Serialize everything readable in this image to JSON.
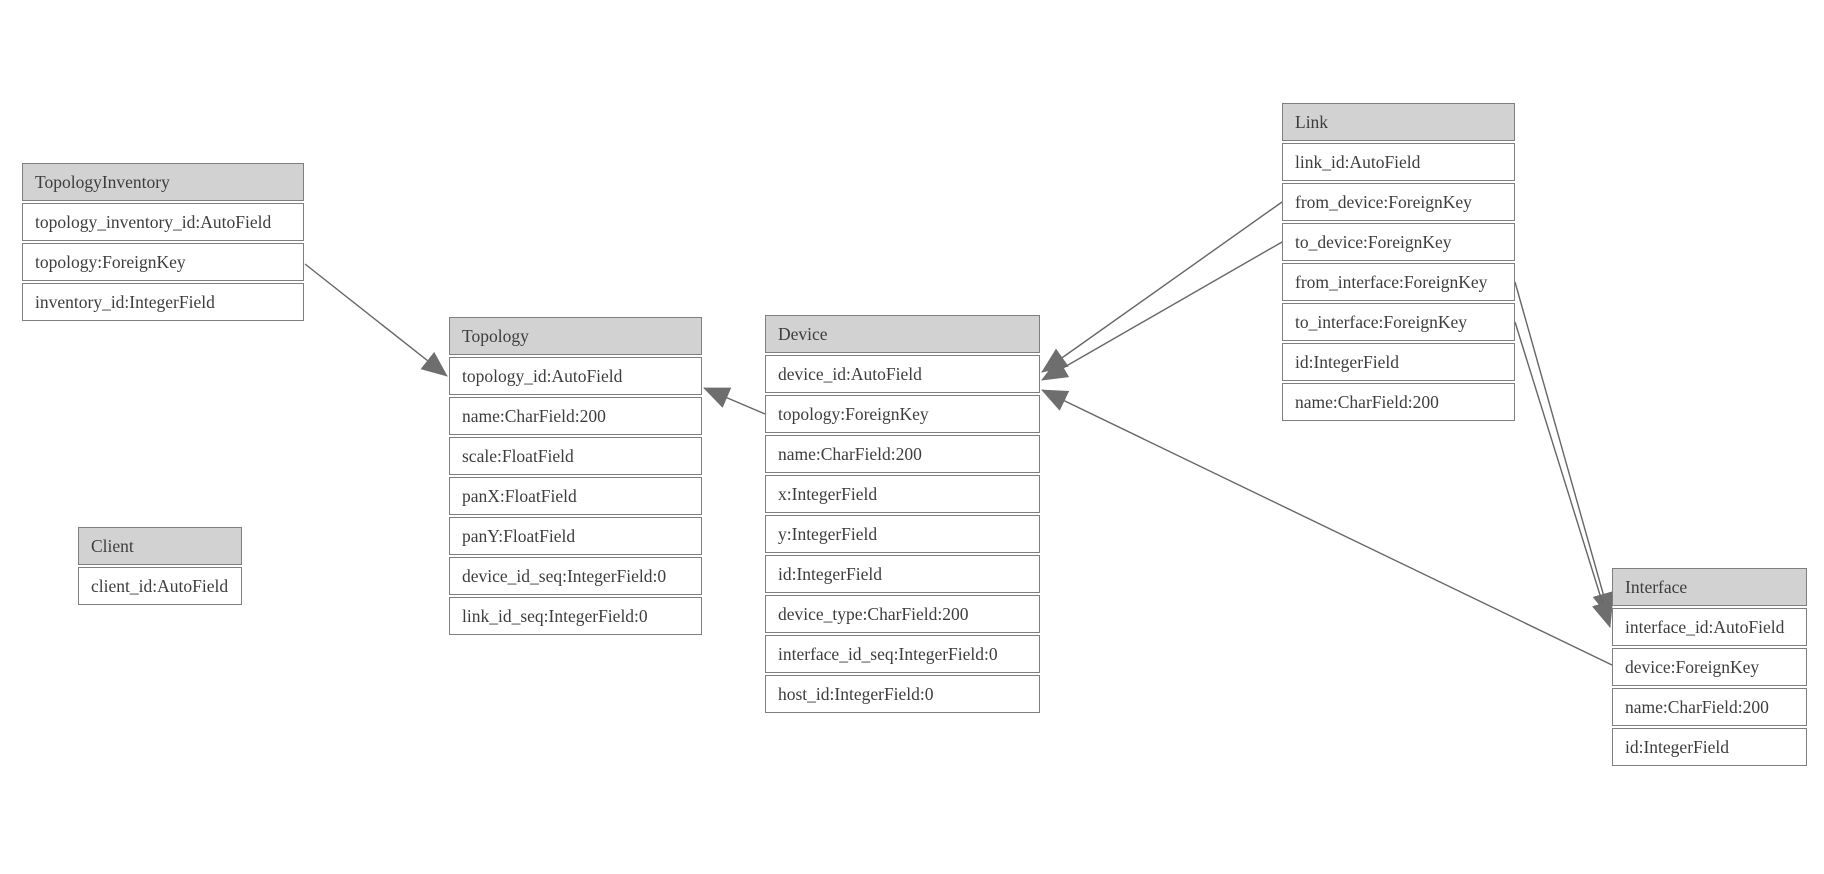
{
  "theme": {
    "canvas_bg": "#ffffff",
    "header_fill": "#d2d2d2",
    "row_fill": "#ffffff",
    "border_color": "#7f7f7f",
    "text_color": "#3d3d3d",
    "line_color": "#666666",
    "arrow_fill": "#6e6e6e"
  },
  "entities": {
    "topologyInventory": {
      "name": "TopologyInventory",
      "fields": [
        "topology_inventory_id:AutoField",
        "topology:ForeignKey",
        "inventory_id:IntegerField"
      ]
    },
    "topology": {
      "name": "Topology",
      "fields": [
        "topology_id:AutoField",
        "name:CharField:200",
        "scale:FloatField",
        "panX:FloatField",
        "panY:FloatField",
        "device_id_seq:IntegerField:0",
        "link_id_seq:IntegerField:0"
      ]
    },
    "client": {
      "name": "Client",
      "fields": [
        "client_id:AutoField"
      ]
    },
    "device": {
      "name": "Device",
      "fields": [
        "device_id:AutoField",
        "topology:ForeignKey",
        "name:CharField:200",
        "x:IntegerField",
        "y:IntegerField",
        "id:IntegerField",
        "device_type:CharField:200",
        "interface_id_seq:IntegerField:0",
        "host_id:IntegerField:0"
      ]
    },
    "link": {
      "name": "Link",
      "fields": [
        "link_id:AutoField",
        "from_device:ForeignKey",
        "to_device:ForeignKey",
        "from_interface:ForeignKey",
        "to_interface:ForeignKey",
        "id:IntegerField",
        "name:CharField:200"
      ]
    },
    "interface": {
      "name": "Interface",
      "fields": [
        "interface_id:AutoField",
        "device:ForeignKey",
        "name:CharField:200",
        "id:IntegerField"
      ]
    }
  },
  "relations": [
    {
      "from": "TopologyInventory.topology",
      "to": "Topology.topology_id"
    },
    {
      "from": "Device.topology",
      "to": "Topology.topology_id"
    },
    {
      "from": "Link.from_device",
      "to": "Device.device_id"
    },
    {
      "from": "Link.to_device",
      "to": "Device.device_id"
    },
    {
      "from": "Interface.device",
      "to": "Device.device_id"
    },
    {
      "from": "Link.from_interface",
      "to": "Interface.interface_id"
    },
    {
      "from": "Link.to_interface",
      "to": "Interface.interface_id"
    }
  ]
}
